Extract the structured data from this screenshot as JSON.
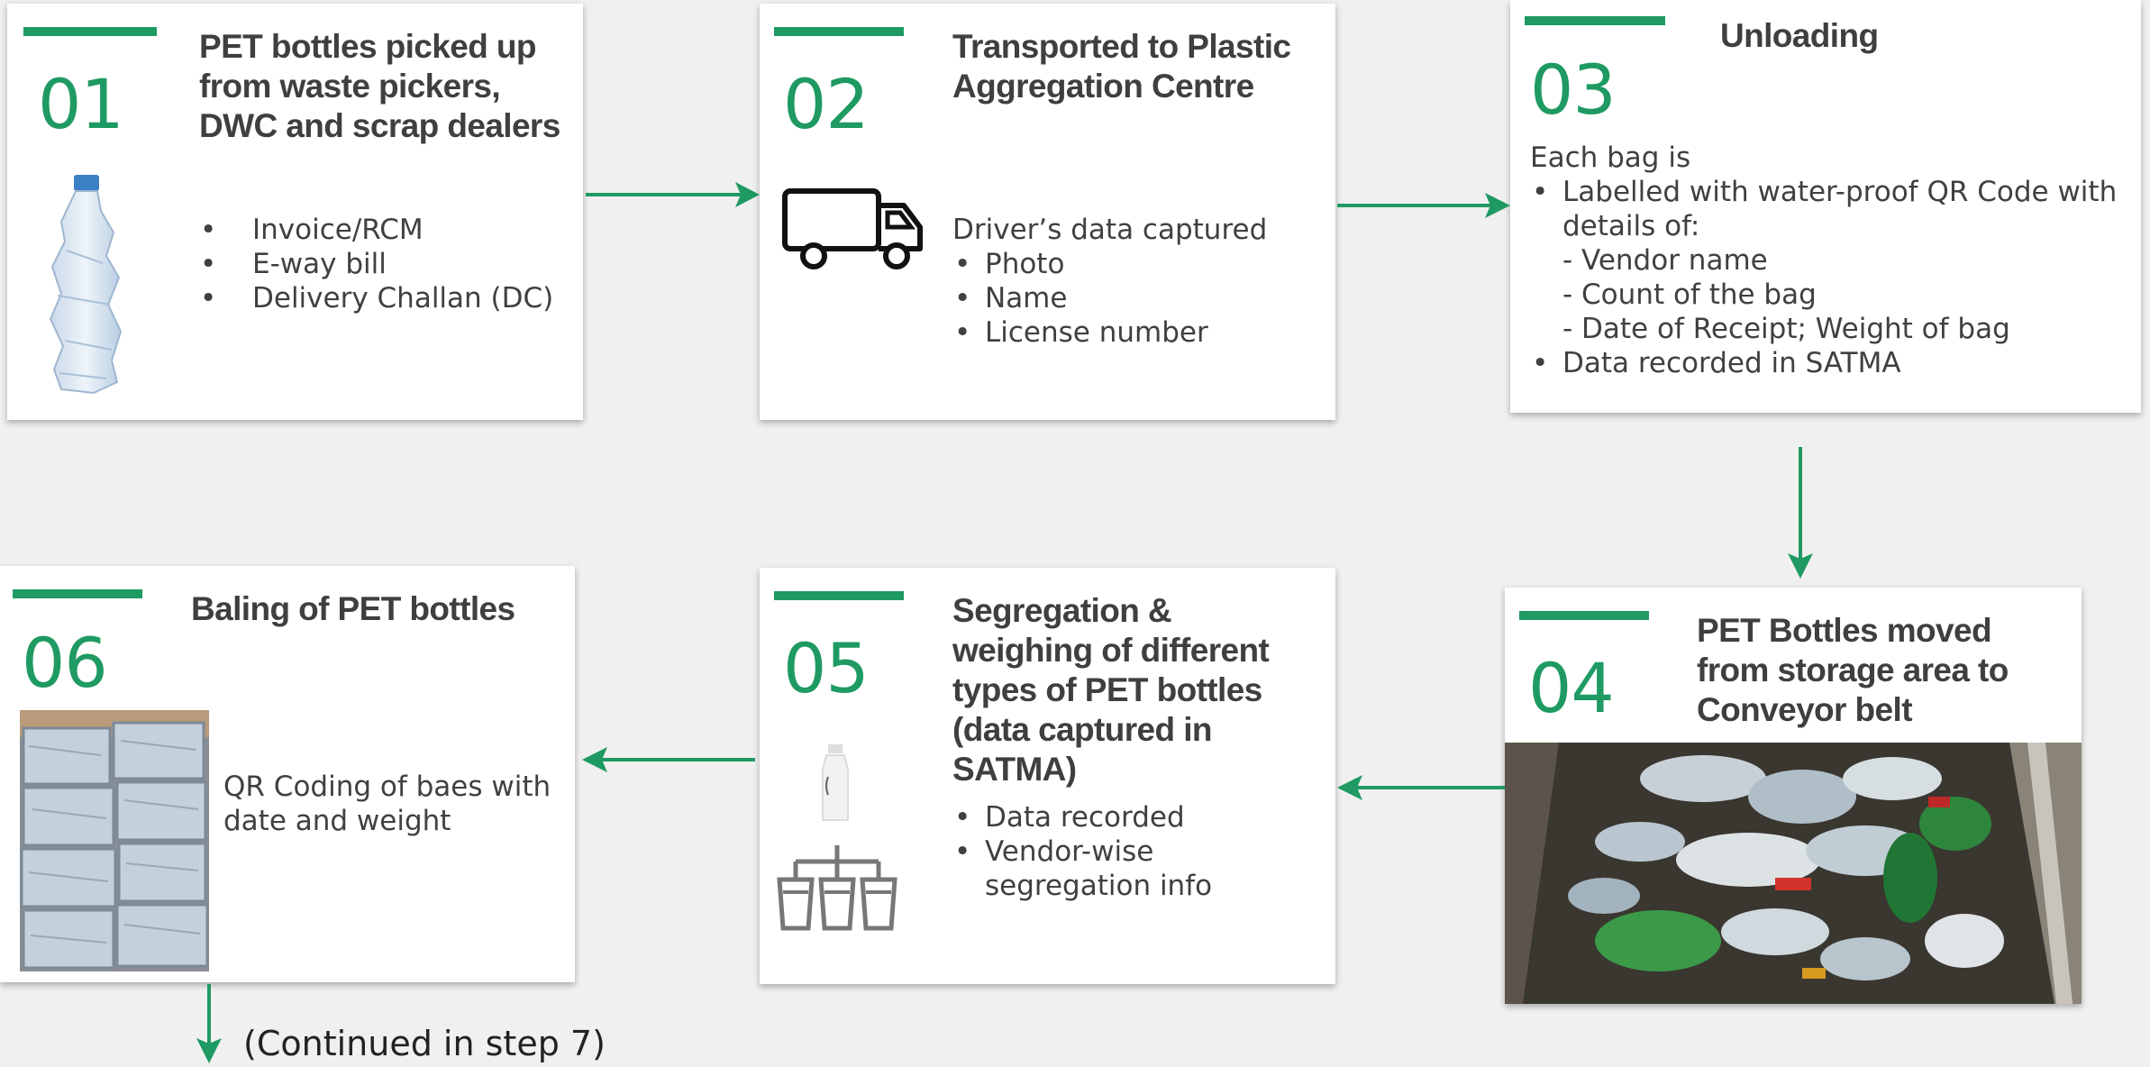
{
  "colors": {
    "accent": "#1e9a62",
    "card": "#ffffff",
    "background": "#f0f0f0",
    "text": "#404040"
  },
  "steps": [
    {
      "number": "01",
      "title": "PET bottles picked up from waste pickers, DWC and scrap dealers",
      "bullets": [
        "Invoice/RCM",
        "E-way bill",
        "Delivery Challan (DC)"
      ],
      "image": "crushed-pet-bottle"
    },
    {
      "number": "02",
      "title": "Transported to Plastic Aggregation Centre",
      "intro": "Driver’s data captured",
      "bullets": [
        "Photo",
        "Name",
        "License number"
      ],
      "icon": "truck-icon"
    },
    {
      "number": "03",
      "title": "Unloading",
      "intro": "Each bag is",
      "bullet1": "Labelled with water-proof QR Code with details of:",
      "subitems": [
        "- Vendor name",
        "- Count of the bag",
        "- Date of Receipt; Weight of bag"
      ],
      "bullet2": "Data recorded in SATMA"
    },
    {
      "number": "04",
      "title": "PET Bottles moved from storage area to Conveyor belt",
      "image": "conveyor-belt-photo"
    },
    {
      "number": "05",
      "title": "Segregation & weighing of different types of PET bottles (data captured in SATMA)",
      "bullets": [
        "Data recorded",
        "Vendor-wise segregation info"
      ],
      "icon": "segregation-bins-icon"
    },
    {
      "number": "06",
      "title": "Baling of PET bottles",
      "text": "QR Coding of baes with date and weight",
      "image": "pet-bales-photo"
    }
  ],
  "continued_label": "(Continued in step 7)"
}
